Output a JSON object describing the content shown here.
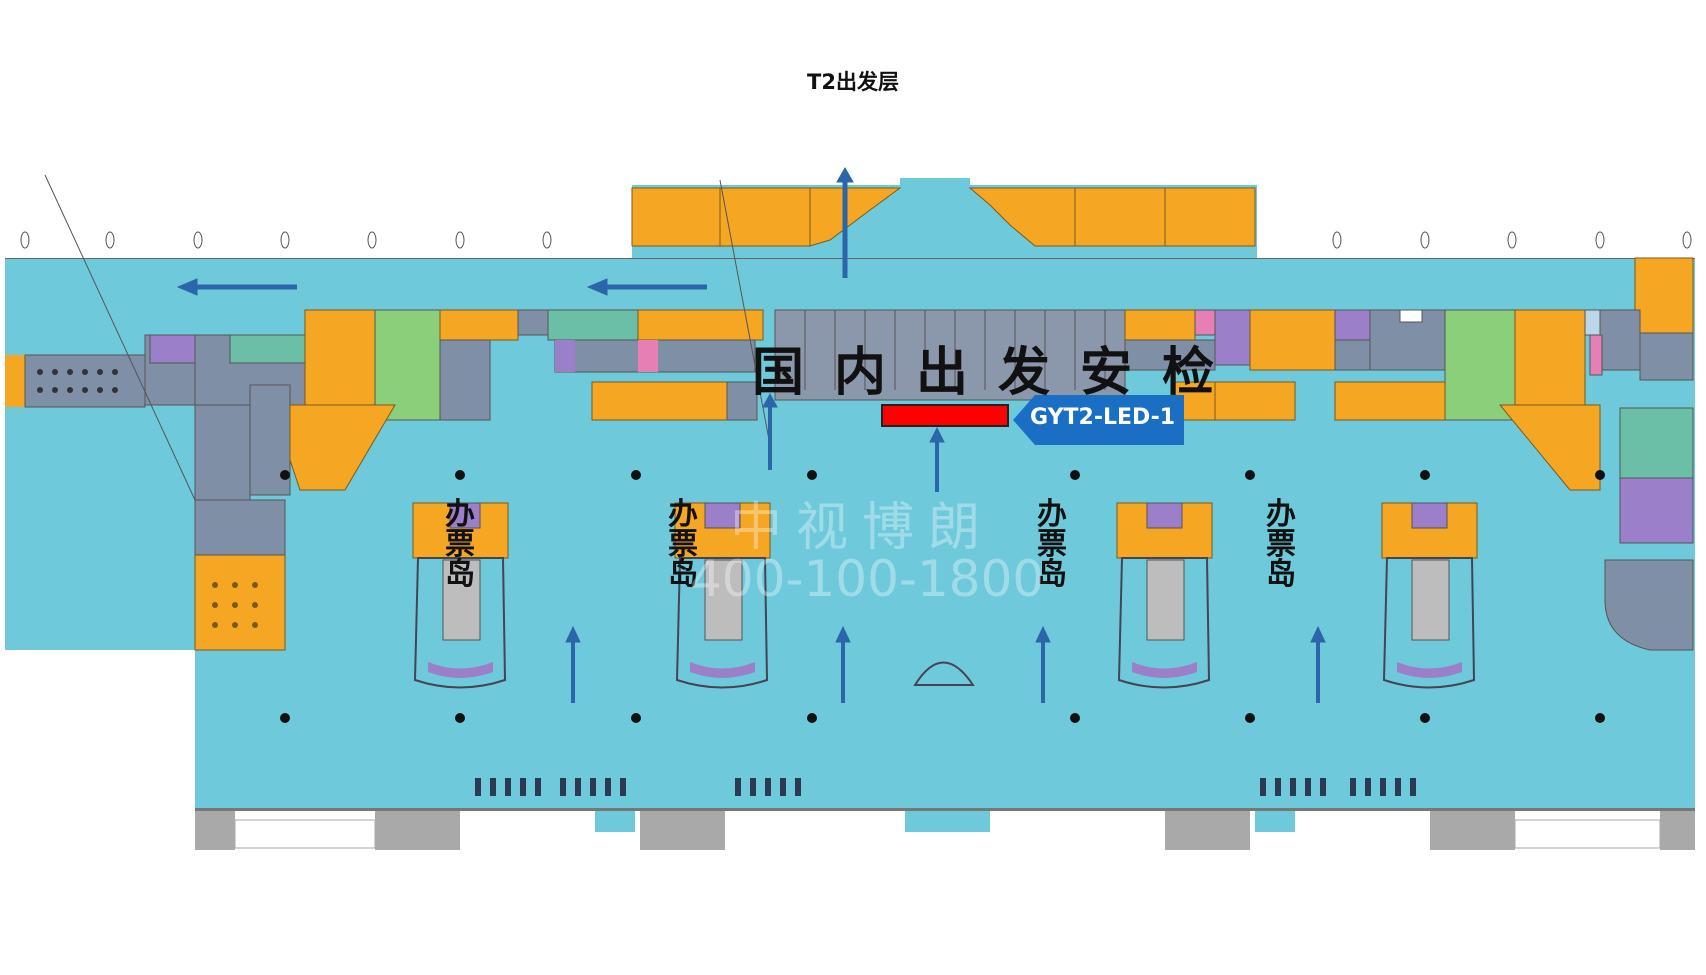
{
  "title": "T2出发层",
  "security_label": "国内出发安检",
  "ticket_island_label": "办票岛",
  "led_marker": {
    "id": "GYT2-LED-1",
    "color": "#ff0000",
    "callout_color": "#1a6fc4"
  },
  "watermark": {
    "line1": "中视博朗",
    "line2": "400-100-1800"
  },
  "colors": {
    "floor": "#6ecadb",
    "shop": "#f5a623",
    "office": "#7f8fa6",
    "purple": "#9b7fc8",
    "green": "#8bcf7a",
    "pink": "#e57fb4",
    "arrow": "#2a66a8",
    "ground": "#a9a9a9"
  },
  "arrow_icons": [
    "arrow-up-icon",
    "arrow-left-icon"
  ]
}
